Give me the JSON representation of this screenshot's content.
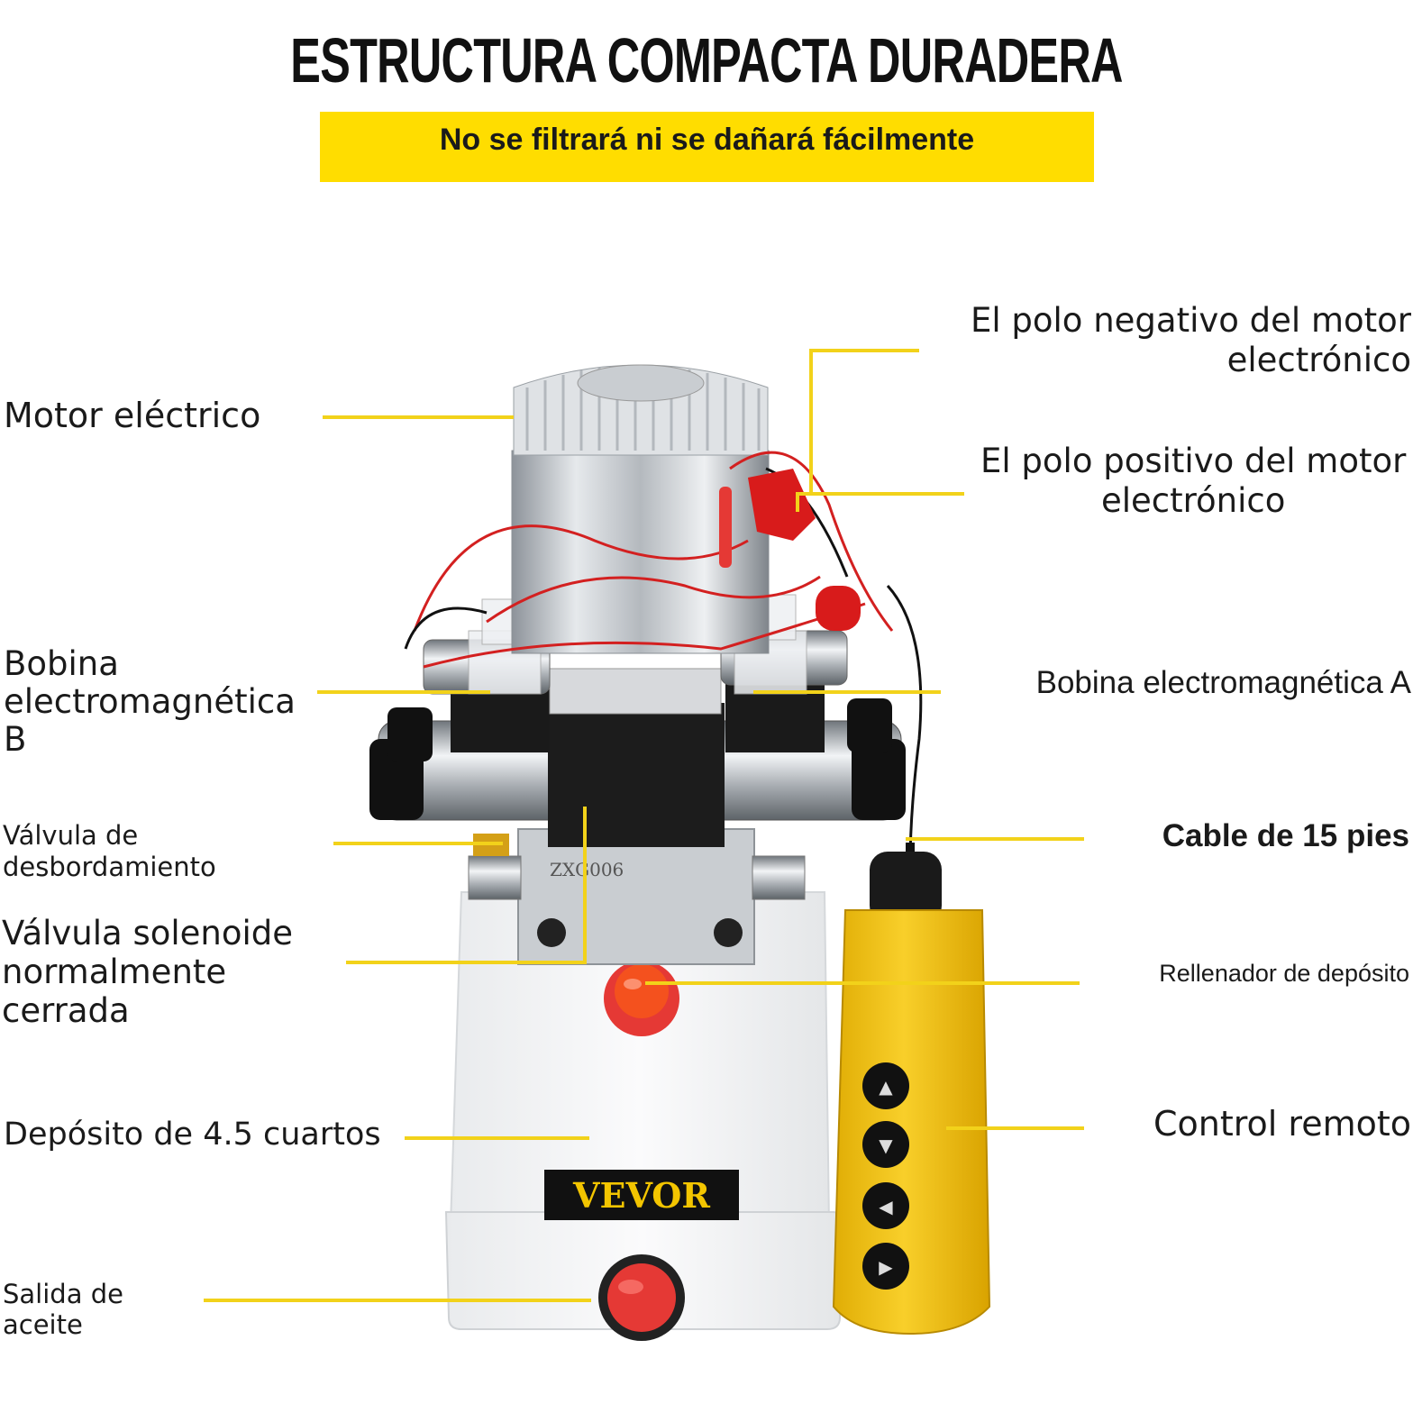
{
  "header": {
    "title": "ESTRUCTURA COMPACTA DURADERA",
    "subtitle": "No se filtrará ni se dañará fácilmente"
  },
  "labels": {
    "motor": "Motor eléctrico",
    "negative_pole": [
      "El polo negativo del motor",
      "electrónico"
    ],
    "positive_pole": [
      "El polo positivo del motor",
      "electrónico"
    ],
    "coil_b": [
      "Bobina",
      "electromagnética",
      "B"
    ],
    "coil_a": "Bobina electromagnética A",
    "overflow_valve": [
      "Válvula de",
      "desbordamiento"
    ],
    "cable": "Cable de 15 pies",
    "solenoid_valve": [
      "Válvula solenoide",
      "normalmente",
      "cerrada"
    ],
    "filler": "Rellenador de depósito",
    "reservoir": "Depósito de 4.5 cuartos",
    "remote": "Control remoto",
    "oil_outlet": [
      "Salida de",
      "aceite"
    ]
  },
  "product": {
    "brand": "VEVOR",
    "valve_code": "ZXG006"
  },
  "colors": {
    "leader_line": "#f2d21a",
    "banner": "#ffdd00",
    "remote_body": "#f5c518",
    "cap_red": "#e53935"
  }
}
